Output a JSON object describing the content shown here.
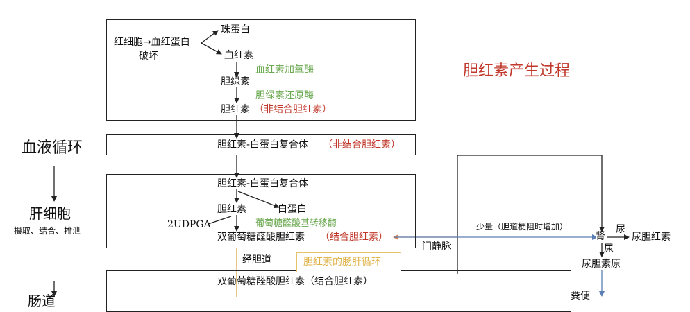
{
  "title": "胆红素产生过程",
  "left": {
    "blood": "血液循环",
    "liver": "肝细胞",
    "liver_sub": "摄取、结合、排泄"
  },
  "box1": {
    "rbc": "红细胞→血红蛋白",
    "destroy": "破坏",
    "globin": "珠蛋白",
    "heme": "血红素",
    "heme_enzyme": "血红素加氧酶",
    "biliverdin": "胆绿素",
    "biliverdin_enzyme": "胆绿素还原酶",
    "bilirubin": "胆红素",
    "bilirubin_note": "（非结合胆红素）"
  },
  "box2": {
    "complex": "胆红素-白蛋白复合体",
    "note": "（非结合胆红素）"
  },
  "box3": {
    "complex": "胆红素-白蛋白复合体",
    "bilirubin": "胆红素",
    "albumin": "白蛋白",
    "udpga": "2UDPGA",
    "enzyme": "葡萄糖醛酸基转移酶",
    "product": "双葡萄糖醛酸胆红素",
    "product_note": "（结合胆红素）"
  },
  "right": {
    "portal": "门静脉",
    "small": "少量（胆道梗阻时增加）",
    "kidney": "肾",
    "urine1": "尿",
    "urine_bilirubin": "尿胆红素",
    "urine2": "尿",
    "urobilinogen": "尿胆素原",
    "feces": "粪便"
  },
  "bottom": {
    "via_bile": "经胆道",
    "cycle": "胆红素的肠肝循环",
    "product": "双葡萄糖醛酸胆红素（结合胆红素）",
    "left_cut": "肠道"
  }
}
